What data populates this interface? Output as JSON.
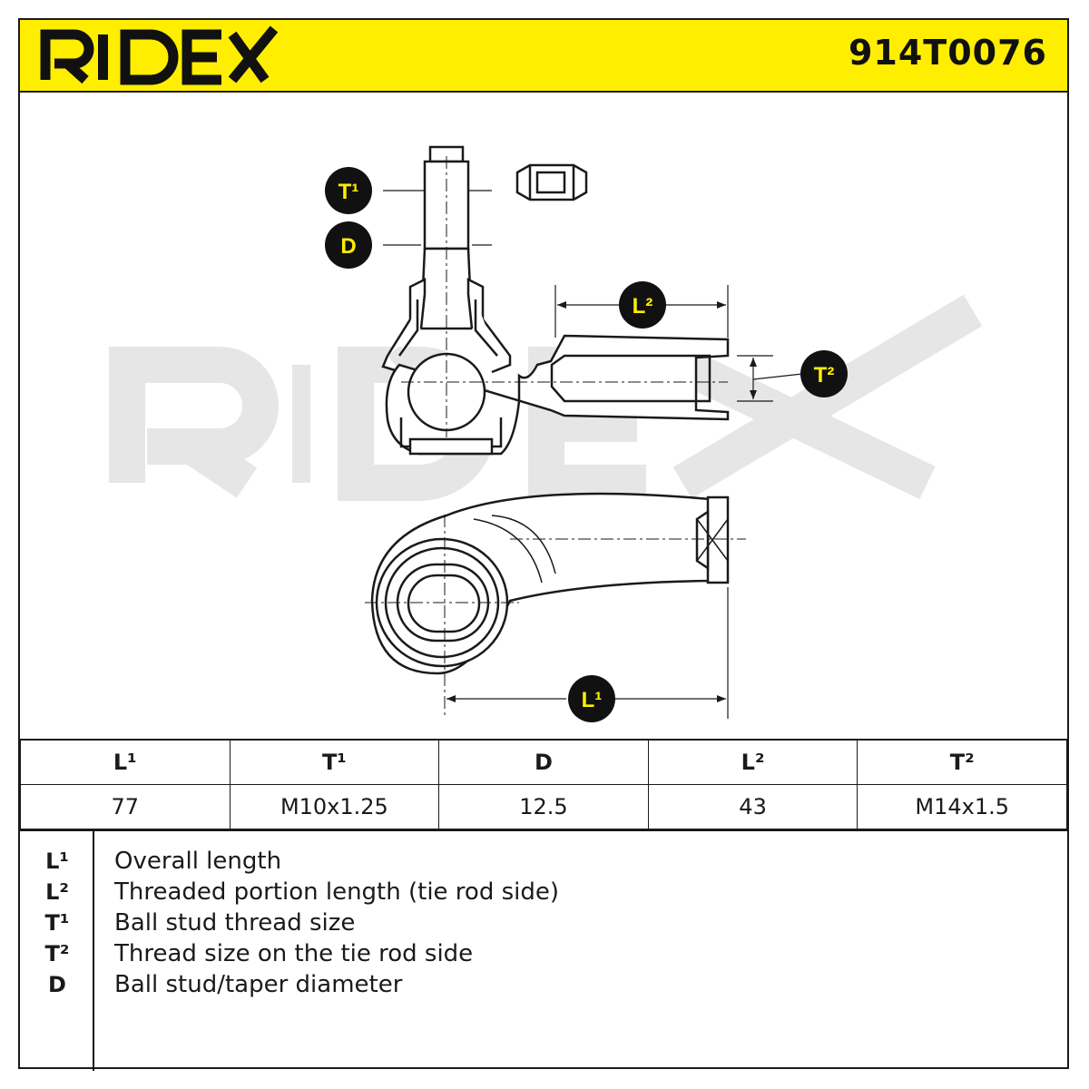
{
  "header": {
    "brand": "RIDEX",
    "part_number": "914T0076",
    "background_color": "#ffee00"
  },
  "diagram": {
    "watermark": "RIDEX",
    "callouts": {
      "t1": "T¹",
      "d": "D",
      "l2": "L²",
      "t2": "T²",
      "l1": "L¹"
    }
  },
  "dimensions_table": {
    "headers": [
      "L¹",
      "T¹",
      "D",
      "L²",
      "T²"
    ],
    "values": [
      "77",
      "M10x1.25",
      "12.5",
      "43",
      "M14x1.5"
    ]
  },
  "legend": [
    {
      "symbol": "L¹",
      "description": "Overall length"
    },
    {
      "symbol": "L²",
      "description": "Threaded portion length (tie rod side)"
    },
    {
      "symbol": "T¹",
      "description": "Ball stud thread size"
    },
    {
      "symbol": "T²",
      "description": "Thread size on the tie rod side"
    },
    {
      "symbol": "D",
      "description": "Ball stud/taper diameter"
    }
  ]
}
